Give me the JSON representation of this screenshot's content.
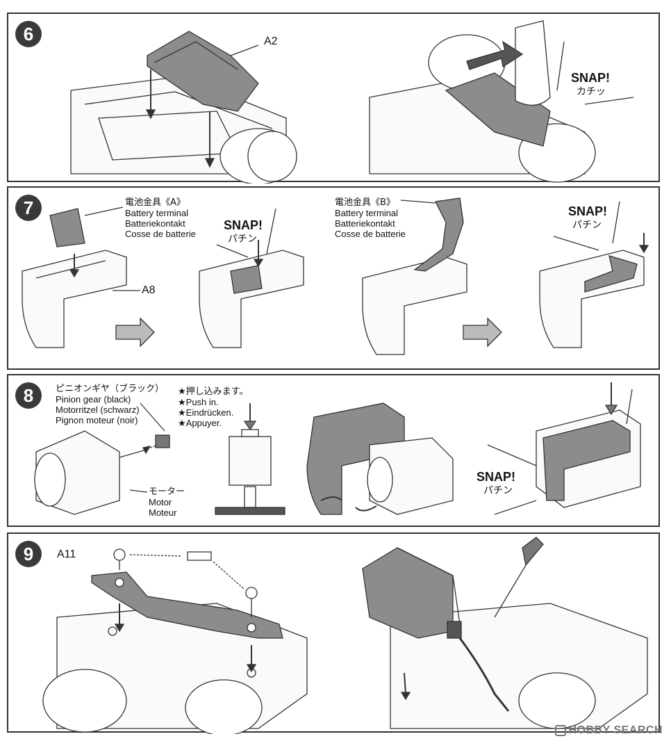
{
  "steps": [
    {
      "number": "6",
      "part_label": "A2",
      "snap_en": "SNAP!",
      "snap_jp": "カチッ"
    },
    {
      "number": "7",
      "terminal_a": {
        "jp": "電池金具《A》",
        "en": "Battery terminal",
        "de": "Batteriekontakt",
        "fr": "Cosse de batterie"
      },
      "part_label": "A8",
      "snap1_en": "SNAP!",
      "snap1_jp": "パチン",
      "terminal_b": {
        "jp": "電池金具《B》",
        "en": "Battery terminal",
        "de": "Batteriekontakt",
        "fr": "Cosse de batterie"
      },
      "snap2_en": "SNAP!",
      "snap2_jp": "パチン"
    },
    {
      "number": "8",
      "pinion": {
        "jp": "ピニオンギヤ（ブラック）",
        "en": "Pinion gear (black)",
        "de": "Motorritzel (schwarz)",
        "fr": "Pignon moteur (noir)"
      },
      "push": {
        "jp": "★押し込みます。",
        "en": "★Push in.",
        "de": "★Eindrücken.",
        "fr": "★Appuyer."
      },
      "motor": {
        "jp": "モーター",
        "en": "Motor",
        "fr": "Moteur"
      },
      "snap_en": "SNAP!",
      "snap_jp": "パチン"
    },
    {
      "number": "9",
      "part_label": "A11"
    }
  ],
  "watermark": "HOBBY SEARCH"
}
